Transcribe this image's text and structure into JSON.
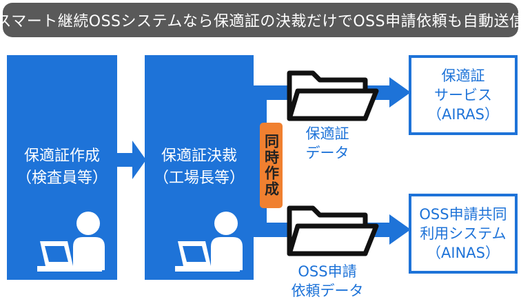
{
  "header": {
    "title": "スマート継続OSSシステムなら保適証の決裁だけでOSS申請依頼も自動送信"
  },
  "actors": [
    {
      "line1": "保適証作成",
      "line2": "（検査員等）"
    },
    {
      "line1": "保適証決裁",
      "line2": "（工場長等）"
    }
  ],
  "badge": {
    "text": "同時作成"
  },
  "data_items": [
    {
      "line1": "保適証",
      "line2": "データ"
    },
    {
      "line1": "OSS申請",
      "line2": "依頼データ"
    }
  ],
  "services": [
    {
      "line1": "保適証",
      "line2": "サービス",
      "line3": "（AIRAS）"
    },
    {
      "line1": "OSS申請共同",
      "line2": "利用システム",
      "line3": "（AINAS）"
    }
  ],
  "icons": [
    "person-at-laptop-icon",
    "folder-icon",
    "arrow-icon"
  ],
  "colors": {
    "blue": "#1e73d8",
    "orange": "#f08030",
    "title_bg": "#595959"
  }
}
